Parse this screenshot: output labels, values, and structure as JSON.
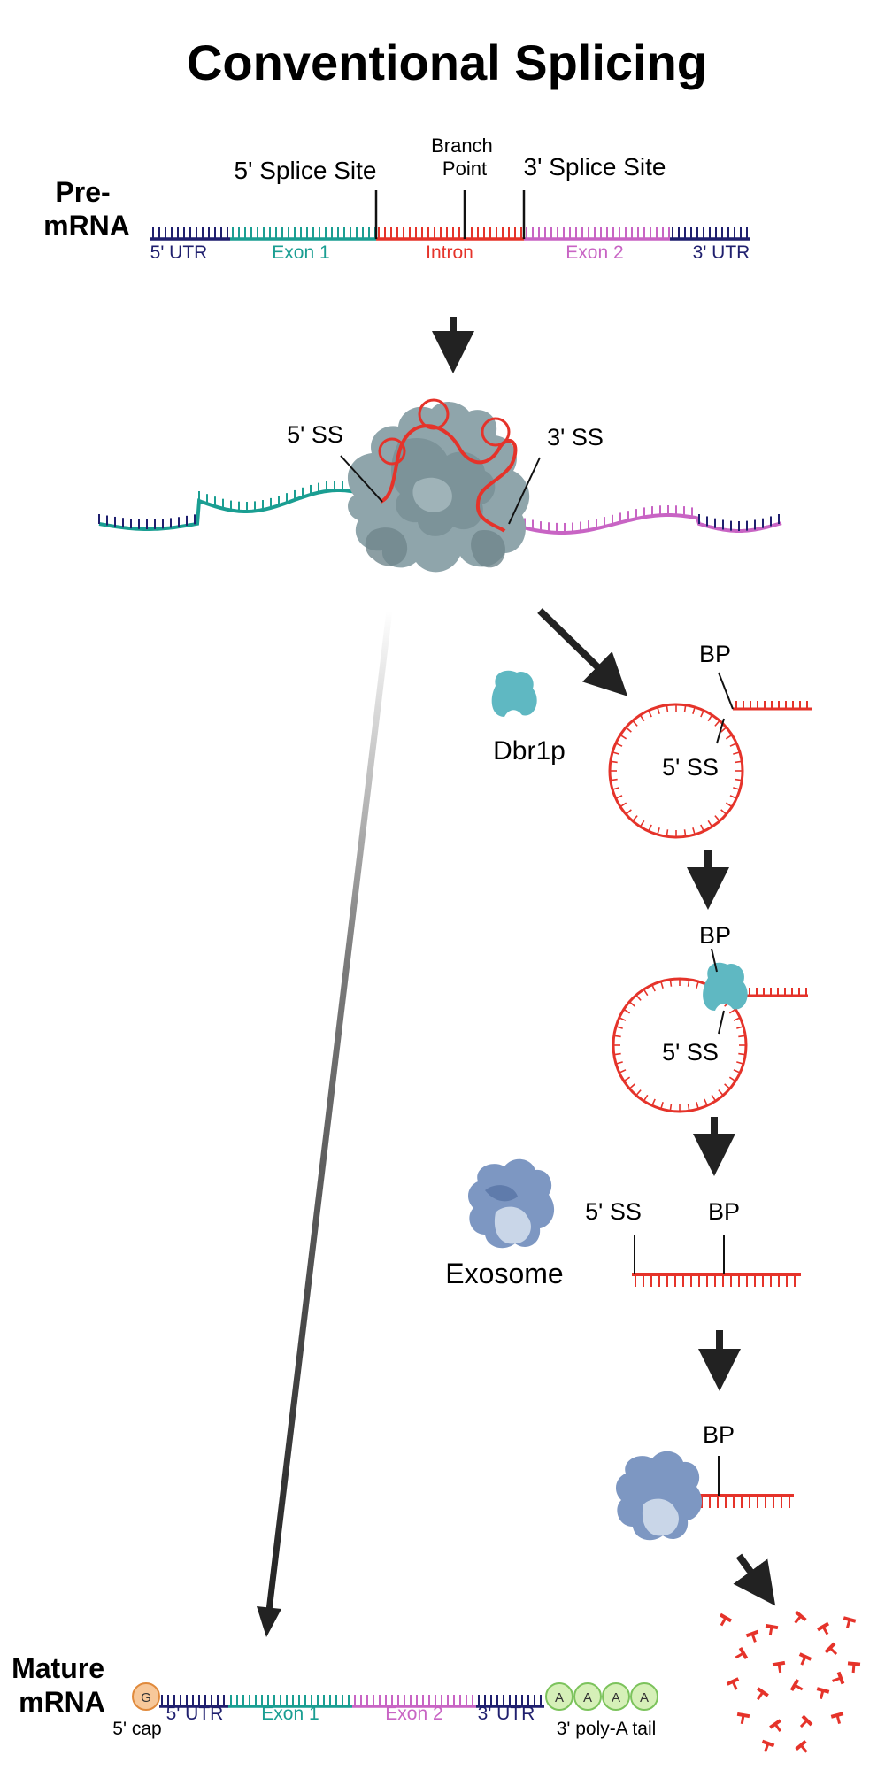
{
  "title": "Conventional Splicing",
  "colors": {
    "utr": "#1f1f6e",
    "exon1": "#1a9e92",
    "intron": "#e5332a",
    "exon2": "#c864c4",
    "spliceosome": "#8fa5ab",
    "dbr1p": "#5fb8c2",
    "exosome": "#7d97c2",
    "cap_fill": "#f7c89a",
    "polya_fill": "#d6f0b8",
    "arrow": "#222222"
  },
  "premrna": {
    "label": "Pre-\nmRNA",
    "five_splice_site": "5' Splice Site",
    "branch_point": "Branch\nPoint",
    "three_splice_site": "3' Splice Site",
    "segments": [
      "5' UTR",
      "Exon 1",
      "Intron",
      "Exon 2",
      "3' UTR"
    ]
  },
  "spliceosome": {
    "icon": "spliceosome-complex",
    "five_ss": "5' SS",
    "three_ss": "3' SS"
  },
  "lariat": {
    "enzyme": "Dbr1p",
    "bp": "BP",
    "five_ss": "5' SS"
  },
  "debranch": {
    "bp": "BP",
    "five_ss": "5' SS"
  },
  "linear": {
    "enzyme": "Exosome",
    "five_ss": "5' SS",
    "bp": "BP"
  },
  "degradation": {
    "bp": "BP"
  },
  "mature": {
    "label": "Mature\nmRNA",
    "cap_letter": "G",
    "cap_label": "5' cap",
    "segments": [
      "5' UTR",
      "Exon 1",
      "Exon 2",
      "3' UTR"
    ],
    "polya_letters": [
      "A",
      "A",
      "A",
      "A"
    ],
    "polya_label": "3' poly-A tail"
  }
}
